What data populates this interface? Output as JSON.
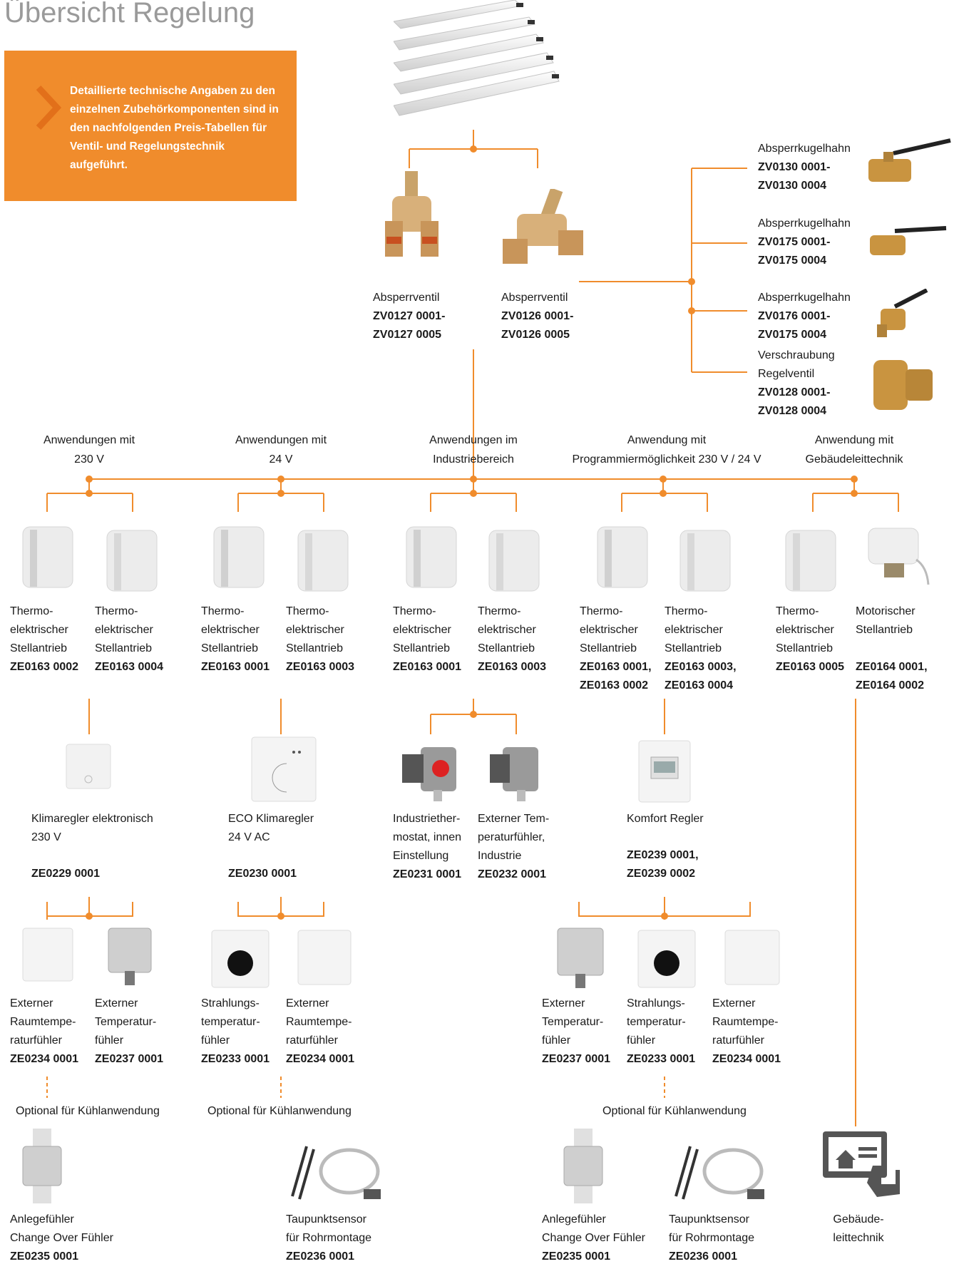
{
  "title": "Übersicht Regelung",
  "note": "Detaillierte technische Angaben zu den einzelnen Zubehörkomponenten sind in den nachfolgenden Preis-Tabellen für Ventil- und Regelungstechnik aufgeführt.",
  "colors": {
    "accent": "#f08c2c",
    "title": "#9a9a9a"
  },
  "valves": [
    {
      "name": "Absperrventil",
      "code1": "ZV0127 0001-",
      "code2": "ZV0127 0005"
    },
    {
      "name": "Absperrventil",
      "code1": "ZV0126 0001-",
      "code2": "ZV0126 0005"
    }
  ],
  "right_items": [
    {
      "lines": [
        "Absperrkugelhahn"
      ],
      "codes": [
        "ZV0130 0001-",
        "ZV0130 0004"
      ]
    },
    {
      "lines": [
        "Absperrkugelhahn"
      ],
      "codes": [
        "ZV0175 0001-",
        "ZV0175 0004"
      ]
    },
    {
      "lines": [
        "Absperrkugelhahn"
      ],
      "codes": [
        "ZV0176 0001-",
        "ZV0175 0004"
      ]
    },
    {
      "lines": [
        "Verschraubung",
        "Regelventil"
      ],
      "codes": [
        "ZV0128 0001-",
        "ZV0128 0004"
      ]
    }
  ],
  "categories": [
    {
      "l1": "Anwendungen mit",
      "l2": "230 V"
    },
    {
      "l1": "Anwendungen mit",
      "l2": "24 V"
    },
    {
      "l1": "Anwendungen im",
      "l2": "Industriebereich"
    },
    {
      "l1": "Anwendung mit",
      "l2": "Programmiermöglichkeit 230 V / 24 V"
    },
    {
      "l1": "Anwendung mit",
      "l2": "Gebäudeleittechnik"
    }
  ],
  "actuators": [
    {
      "lines": [
        "Thermo-",
        "elektrischer",
        "Stellantrieb"
      ],
      "codes": [
        "ZE0163 0002"
      ]
    },
    {
      "lines": [
        "Thermo-",
        "elektrischer",
        "Stellantrieb"
      ],
      "codes": [
        "ZE0163 0004"
      ]
    },
    {
      "lines": [
        "Thermo-",
        "elektrischer",
        "Stellantrieb"
      ],
      "codes": [
        "ZE0163 0001"
      ]
    },
    {
      "lines": [
        "Thermo-",
        "elektrischer",
        "Stellantrieb"
      ],
      "codes": [
        "ZE0163 0003"
      ]
    },
    {
      "lines": [
        "Thermo-",
        "elektrischer",
        "Stellantrieb"
      ],
      "codes": [
        "ZE0163 0001"
      ]
    },
    {
      "lines": [
        "Thermo-",
        "elektrischer",
        "Stellantrieb"
      ],
      "codes": [
        "ZE0163 0003"
      ]
    },
    {
      "lines": [
        "Thermo-",
        "elektrischer",
        "Stellantrieb"
      ],
      "codes": [
        "ZE0163 0001,",
        "ZE0163 0002"
      ]
    },
    {
      "lines": [
        "Thermo-",
        "elektrischer",
        "Stellantrieb"
      ],
      "codes": [
        "ZE0163 0003,",
        "ZE0163 0004"
      ]
    },
    {
      "lines": [
        "Thermo-",
        "elektrischer",
        "Stellantrieb"
      ],
      "codes": [
        "ZE0163 0005"
      ]
    },
    {
      "lines": [
        "Motorischer",
        "Stellantrieb",
        ""
      ],
      "codes": [
        "ZE0164 0001,",
        "ZE0164 0002"
      ]
    }
  ],
  "regulators": [
    {
      "lines": [
        "Klimaregler elektronisch",
        "230 V"
      ],
      "code": "ZE0229 0001"
    },
    {
      "lines": [
        "ECO Klimaregler",
        "24 V AC"
      ],
      "code": "ZE0230 0001"
    },
    {
      "lines": [
        "Komfort Regler"
      ],
      "code": "ZE0239 0001,",
      "code2": "ZE0239 0002"
    }
  ],
  "industry": [
    {
      "lines": [
        "Industriether-",
        "mostat, innen",
        "Einstellung"
      ],
      "code": "ZE0231 0001"
    },
    {
      "lines": [
        "Externer Tem-",
        "peraturfühler,",
        "Industrie"
      ],
      "code": "ZE0232 0001"
    }
  ],
  "sensors": [
    {
      "lines": [
        "Externer",
        "Raumtempe-",
        "raturfühler"
      ],
      "code": "ZE0234 0001"
    },
    {
      "lines": [
        "Externer",
        "Temperatur-",
        "fühler"
      ],
      "code": "ZE0237 0001"
    },
    {
      "lines": [
        "Strahlungs-",
        "temperatur-",
        "fühler"
      ],
      "code": "ZE0233 0001"
    },
    {
      "lines": [
        "Externer",
        "Raumtempe-",
        "raturfühler"
      ],
      "code": "ZE0234 0001"
    },
    {
      "lines": [
        "Externer",
        "Temperatur-",
        "fühler"
      ],
      "code": "ZE0237 0001"
    },
    {
      "lines": [
        "Strahlungs-",
        "temperatur-",
        "fühler"
      ],
      "code": "ZE0233 0001"
    },
    {
      "lines": [
        "Externer",
        "Raumtempe-",
        "raturfühler"
      ],
      "code": "ZE0234 0001"
    }
  ],
  "optional_label": "Optional für Kühlanwendung",
  "bottom": [
    {
      "lines": [
        "Anlegefühler",
        "Change Over Fühler"
      ],
      "code": "ZE0235 0001"
    },
    {
      "lines": [
        "Taupunktsensor",
        "für Rohrmontage"
      ],
      "code": "ZE0236 0001"
    },
    {
      "lines": [
        "Anlegefühler",
        "Change Over Fühler"
      ],
      "code": "ZE0235 0001"
    },
    {
      "lines": [
        "Taupunktsensor",
        "für Rohrmontage"
      ],
      "code": "ZE0236 0001"
    },
    {
      "lines": [
        "Gebäude-",
        "leittechnik"
      ],
      "code": ""
    }
  ]
}
